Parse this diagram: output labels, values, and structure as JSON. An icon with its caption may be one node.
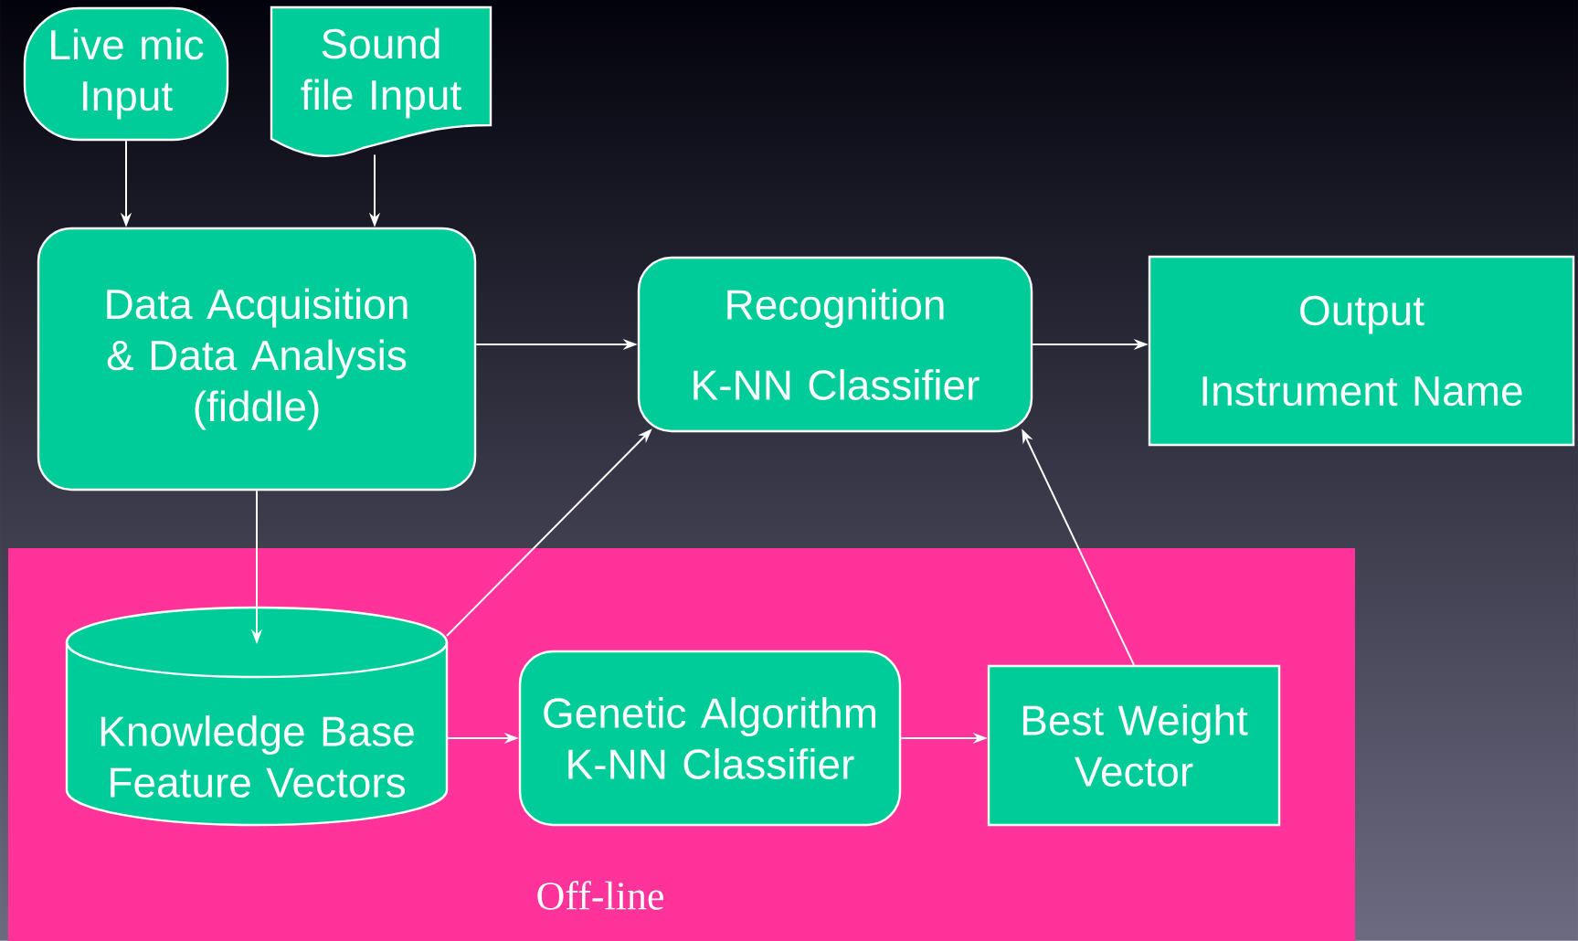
{
  "diagram": {
    "nodes": [
      {
        "text": [
          "Live mic Input"
        ]
      },
      {
        "text": [
          "Sound file Input"
        ]
      },
      {
        "text": [
          "Data Acquisition & Data Analysis (fiddle)"
        ]
      },
      {
        "text": [
          "Recognition",
          "K-NN Classifier"
        ]
      },
      {
        "text": [
          "Output",
          "Instrument Name"
        ]
      },
      {
        "text": [
          "Off-line"
        ]
      },
      {
        "text": [
          "Knowledge Base Feature Vectors"
        ],
        "in": 5
      },
      {
        "text": [
          "Genetic Algorithm K-NN Classifier"
        ],
        "in": 5
      },
      {
        "text": [
          "Best Weight Vector"
        ],
        "in": 5
      }
    ],
    "edges": [
      {
        "from": 0,
        "to": 2,
        "arrow": "to"
      },
      {
        "from": 1,
        "to": 2,
        "arrow": "to"
      },
      {
        "from": 2,
        "to": 3,
        "arrow": "to"
      },
      {
        "from": 3,
        "to": 4,
        "arrow": "to"
      },
      {
        "from": 2,
        "to": 6,
        "arrow": "to"
      },
      {
        "from": 6,
        "to": 3,
        "arrow": "to"
      },
      {
        "from": 6,
        "to": 7,
        "arrow": "to"
      },
      {
        "from": 7,
        "to": 8,
        "arrow": "to"
      },
      {
        "from": 8,
        "to": 3,
        "arrow": "to"
      }
    ]
  }
}
